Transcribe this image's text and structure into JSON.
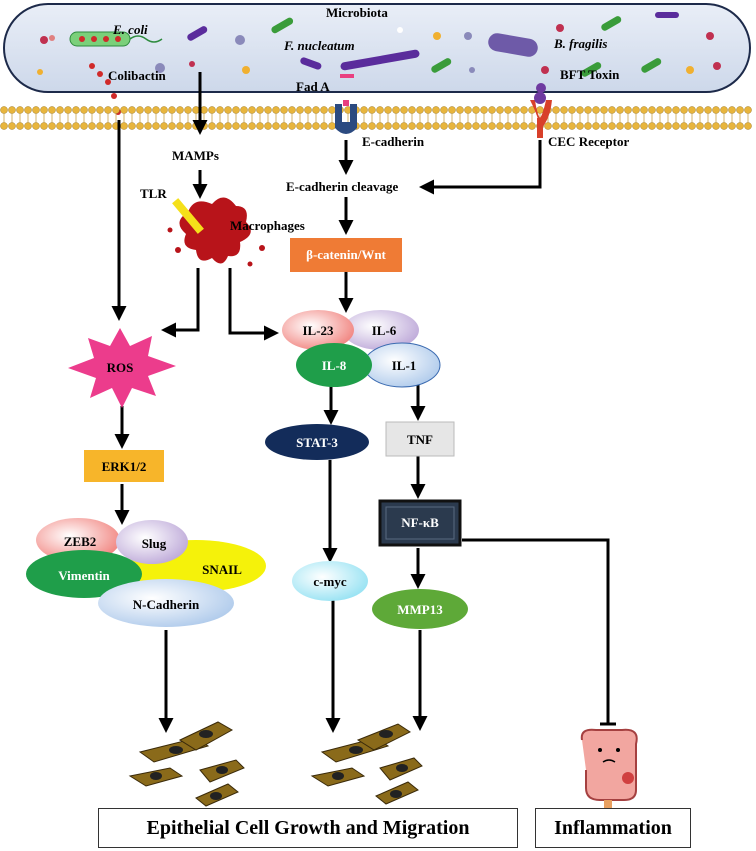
{
  "labels": {
    "microbiota": "Microbiota",
    "ecoli": "E. coli",
    "fnucleatum": "F. nucleatum",
    "bfragilis": "B. fragilis",
    "colibactin": "Colibactin",
    "fada": "Fad A",
    "bft_toxin": "BFT Toxin",
    "ecadherin": "E-cadherin",
    "cec_receptor": "CEC Receptor",
    "mamps": "MAMPs",
    "ecadherin_cleavage": "E-cadherin cleavage",
    "tlr": "TLR",
    "macrophages": "Macrophages"
  },
  "nodes": {
    "beta_catenin": "β-catenin/Wnt",
    "il23": "IL-23",
    "il6": "IL-6",
    "il8": "IL-8",
    "il1": "IL-1",
    "ros": "ROS",
    "erk": "ERK1/2",
    "stat3": "STAT-3",
    "tnf": "TNF",
    "nfkb": "NF-κB",
    "zeb2": "ZEB2",
    "slug": "Slug",
    "snail": "SNAIL",
    "vimentin": "Vimentin",
    "ncadherin": "N-Cadherin",
    "cmyc": "c-myc",
    "mmp13": "MMP13"
  },
  "footer": {
    "growth": "Epithelial Cell Growth and Migration",
    "inflammation": "Inflammation"
  },
  "colors": {
    "membrane_head": "#e8b53c",
    "beta_catenin": "#ef7b35",
    "ros": "#ec3c8c",
    "erk": "#f7b52a",
    "stat3": "#132c5a",
    "nfkb": "#2b3a4e",
    "il8": "#1f9e4a",
    "vimentin": "#1f9e4a",
    "mmp13": "#5ea938",
    "snail": "#f5f20a",
    "macrophage": "#b8141a"
  }
}
